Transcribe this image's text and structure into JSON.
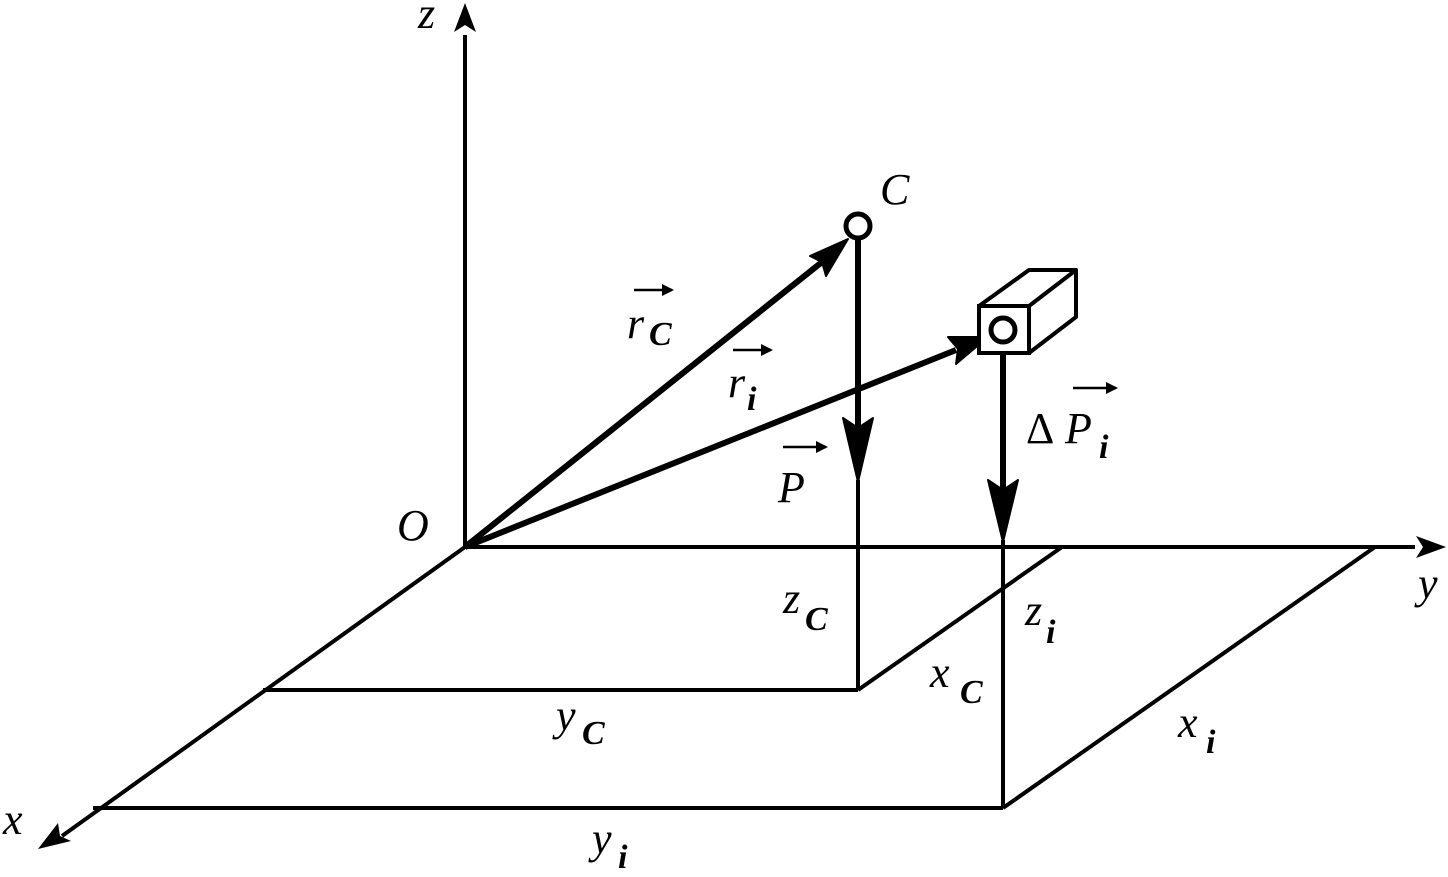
{
  "labels": {
    "z_axis": "z",
    "y_axis": "y",
    "x_axis": "x",
    "origin": "O",
    "point_c": "C",
    "rc_base": "r",
    "rc_sub": "C",
    "ri_base": "r",
    "ri_sub": "i",
    "p_base": "P",
    "dp_delta": "Δ",
    "dp_base": "P",
    "dp_sub": "i",
    "zc_base": "z",
    "zc_sub": "C",
    "zi_base": "z",
    "zi_sub": "i",
    "xc_base": "x",
    "xc_sub": "C",
    "xi_base": "x",
    "xi_sub": "i",
    "yc_base": "y",
    "yc_sub": "C",
    "yi_base": "y",
    "yi_sub": "i"
  },
  "colors": {
    "stroke": "#000000",
    "background": "#ffffff"
  }
}
